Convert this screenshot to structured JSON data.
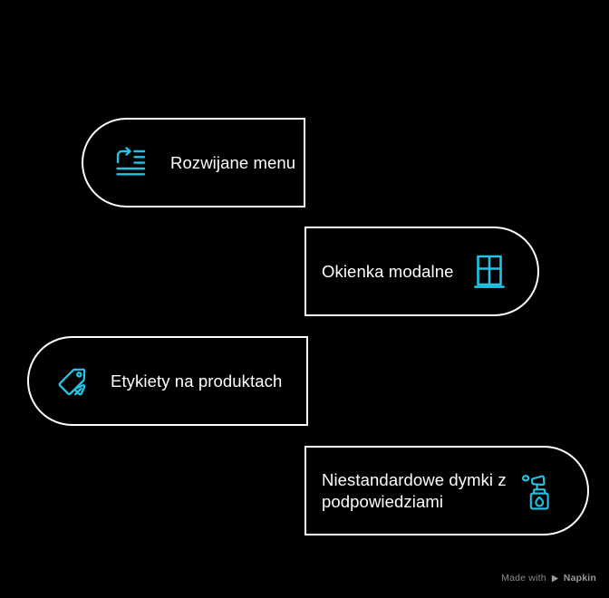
{
  "background_color": "#000000",
  "accent_color": "#22c4e6",
  "text_color": "#ffffff",
  "border_color": "#ffffff",
  "cards": [
    {
      "label": "Rozwijane menu",
      "icon": "dropdown-menu-icon",
      "icon_side": "left",
      "rounded_side": "left"
    },
    {
      "label": "Okienka modalne",
      "icon": "modal-window-icon",
      "icon_side": "right",
      "rounded_side": "right"
    },
    {
      "label": "Etykiety na produktach",
      "icon": "product-tags-icon",
      "icon_side": "left",
      "rounded_side": "left"
    },
    {
      "label": "Niestandardowe dymki z\npodpowiedziami",
      "icon": "tooltip-spray-icon",
      "icon_side": "right",
      "rounded_side": "right"
    }
  ],
  "watermark": {
    "prefix": "Made with",
    "brand": "Napkin",
    "logo": "napkin-logo-icon"
  }
}
